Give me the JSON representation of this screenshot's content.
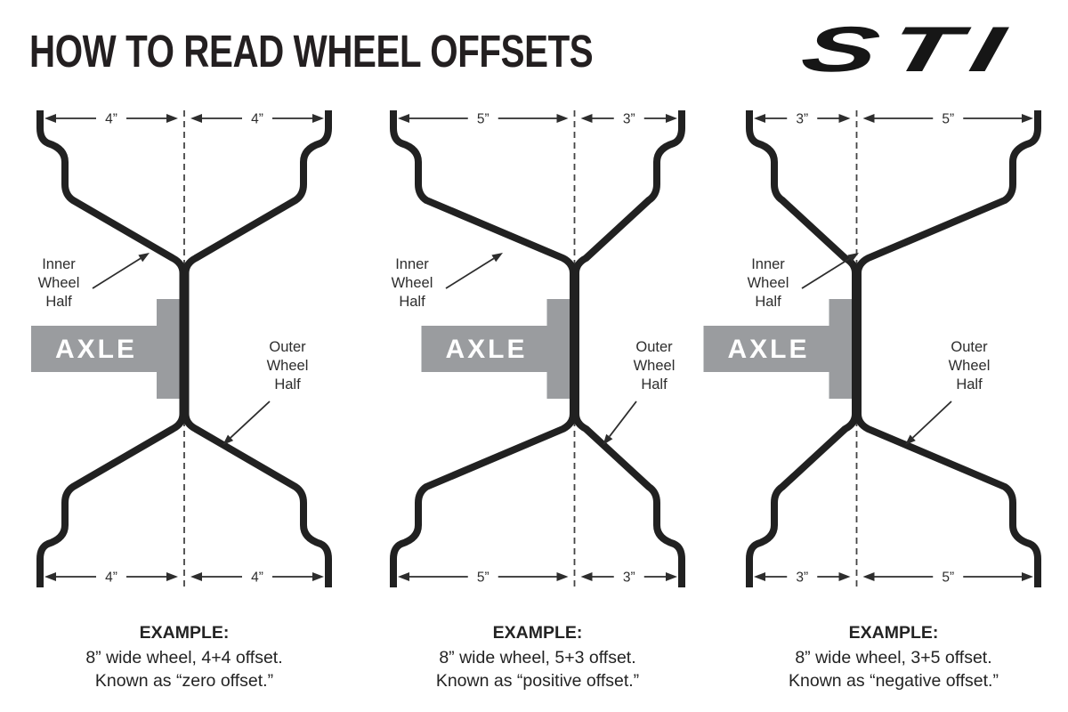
{
  "header": {
    "title": "HOW TO READ WHEEL OFFSETS",
    "logo": "STI"
  },
  "labels": {
    "axle": "AXLE",
    "inner_half": [
      "Inner",
      "Wheel",
      "Half"
    ],
    "outer_half": [
      "Outer",
      "Wheel",
      "Half"
    ]
  },
  "diagrams": [
    {
      "name": "zero offset",
      "inner_in": 4,
      "outer_in": 4,
      "inner_label": "4”",
      "outer_label": "4”",
      "example": {
        "heading": "EXAMPLE:",
        "line1": "8” wide wheel, 4+4 offset.",
        "line2": "Known as “zero offset.”"
      }
    },
    {
      "name": "positive offset",
      "inner_in": 5,
      "outer_in": 3,
      "inner_label": "5”",
      "outer_label": "3”",
      "example": {
        "heading": "EXAMPLE:",
        "line1": "8” wide wheel, 5+3 offset.",
        "line2": "Known as “positive offset.”"
      }
    },
    {
      "name": "negative offset",
      "inner_in": 3,
      "outer_in": 5,
      "inner_label": "3”",
      "outer_label": "5”",
      "example": {
        "heading": "EXAMPLE:",
        "line1": "8” wide wheel, 3+5 offset.",
        "line2": "Known as “negative offset.”"
      }
    }
  ],
  "colors": {
    "line": "#212121",
    "axle_gray": "#9a9c9f",
    "text": "#2d2d2d",
    "title": "#231f20"
  }
}
